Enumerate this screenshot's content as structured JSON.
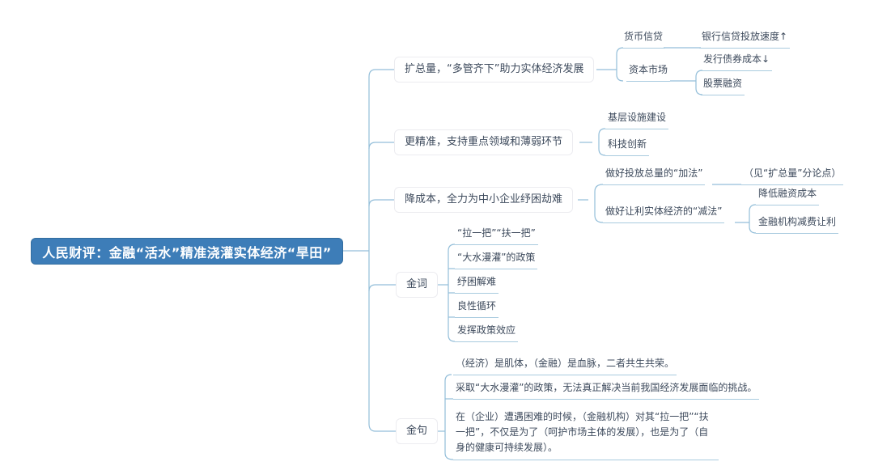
{
  "root": {
    "title": "人民财评：金融“活水”精准浇灌实体经济“旱田”"
  },
  "branches": [
    {
      "label": "扩总量，“多管齐下”助力实体经济发展",
      "children": [
        {
          "label": "货币信贷",
          "children": [
            {
              "label": "银行信贷投放速度↑"
            }
          ]
        },
        {
          "label": "资本市场",
          "children": [
            {
              "label": "发行债券成本↓"
            },
            {
              "label": "股票融资"
            }
          ]
        }
      ]
    },
    {
      "label": "更精准，支持重点领域和薄弱环节",
      "children": [
        {
          "label": "基层设施建设"
        },
        {
          "label": "科技创新"
        }
      ]
    },
    {
      "label": "降成本，全力为中小企业纾困劫难",
      "children": [
        {
          "label": "做好投放总量的“加法”",
          "children": [
            {
              "label": "（见“扩总量”分论点）"
            }
          ]
        },
        {
          "label": "做好让利实体经济的“减法”",
          "children": [
            {
              "label": "降低融资成本"
            },
            {
              "label": "金融机构减费让利"
            }
          ]
        }
      ]
    },
    {
      "label": "金词",
      "children": [
        {
          "label": "“拉一把”“扶一把”"
        },
        {
          "label": "“大水漫灌”的政策"
        },
        {
          "label": "纾困解难"
        },
        {
          "label": "良性循环"
        },
        {
          "label": "发挥政策效应"
        }
      ]
    },
    {
      "label": "金句",
      "children": [
        {
          "label": "（经济）是肌体，（金融）是血脉，二者共生共荣。"
        },
        {
          "label": "采取“大水漫灌”的政策，无法真正解决当前我国经济发展面临的挑战。"
        },
        {
          "label": "在（企业）遭遇困难的时候，（金融机构）对其“拉一把”“扶一把”，不仅是为了（呵护市场主体的发展），也是为了（自身的健康可持续发展）。"
        }
      ]
    }
  ],
  "colors": {
    "root_bg": "#3d7db8",
    "connector": "#93bed9",
    "underline": "#a9cbdf",
    "text": "#3d4a5c"
  }
}
